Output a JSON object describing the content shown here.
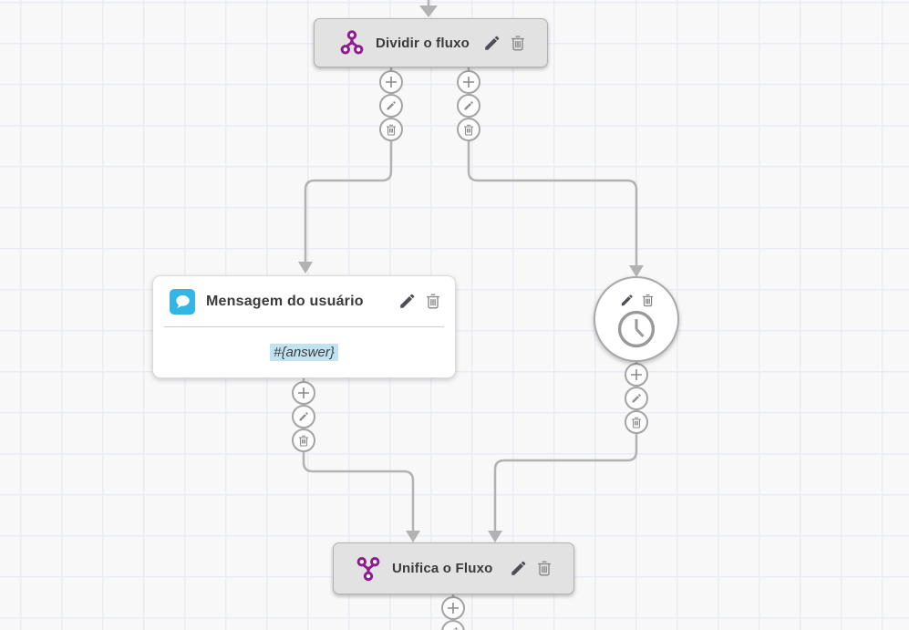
{
  "canvas": {
    "background_color": "#f8f8f9",
    "grid_line_color": "#e9ecf4",
    "connector_color": "#b2b2b2"
  },
  "nodes": {
    "split": {
      "title": "Dividir o fluxo",
      "icon": "split-flow-icon",
      "accent_color": "#8e1d8e"
    },
    "user_message": {
      "title": "Mensagem do usuário",
      "body_variable": "#{answer}",
      "icon": "chat-bubble-icon",
      "icon_color": "#34b6e4",
      "highlight_color": "#c1e2f0"
    },
    "timer": {
      "icon": "clock-icon"
    },
    "merge": {
      "title": "Unifica o Fluxo",
      "icon": "merge-flow-icon",
      "accent_color": "#8e1d8e"
    }
  },
  "icons": {
    "split-flow-icon": "purple Y-branch with three ring nodes",
    "merge-flow-icon": "purple inverted Y-branch with three ring nodes",
    "chat-bubble-icon": "white speech bubble on blue rounded square",
    "clock-icon": "gray outline clock",
    "edit-icon": "pencil",
    "delete-icon": "trash can",
    "add-icon": "plus"
  }
}
